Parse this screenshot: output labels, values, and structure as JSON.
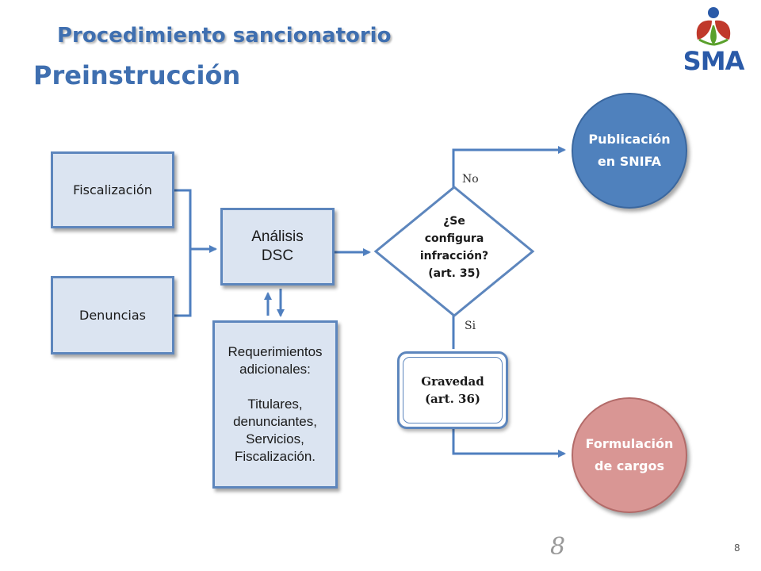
{
  "header": {
    "title": "Procedimiento sancionatorio",
    "subtitle": "Preinstrucción",
    "logo_text": "SMA"
  },
  "nodes": {
    "fiscalizacion": "Fiscalización",
    "denuncias": "Denuncias",
    "analisis": [
      "Análisis",
      "DSC"
    ],
    "requerimientos": [
      "Requerimientos",
      "adicionales:",
      "",
      "Titulares,",
      "denunciantes,",
      "Servicios,",
      "Fiscalización."
    ],
    "decision": [
      "¿Se",
      "configura",
      "infracción?",
      "(art. 35)"
    ],
    "gravedad": [
      "Gravedad",
      "(art. 36)"
    ],
    "publicacion": [
      "Publicación",
      "en SNIFA"
    ],
    "formulacion": [
      "Formulación",
      "de cargos"
    ]
  },
  "edge_labels": {
    "no": "No",
    "si": "Si"
  },
  "footer": {
    "page_number_large": "8",
    "page_number_small": "8"
  },
  "colors": {
    "title": "#3f6fb0",
    "box_fill": "#dbe4f1",
    "box_border": "#5d86bd",
    "circle_blue": "#4f81bd",
    "circle_red": "#d99694",
    "logo_blue": "#2a5aa8",
    "logo_red": "#c0392b",
    "logo_green": "#5aa02c"
  }
}
